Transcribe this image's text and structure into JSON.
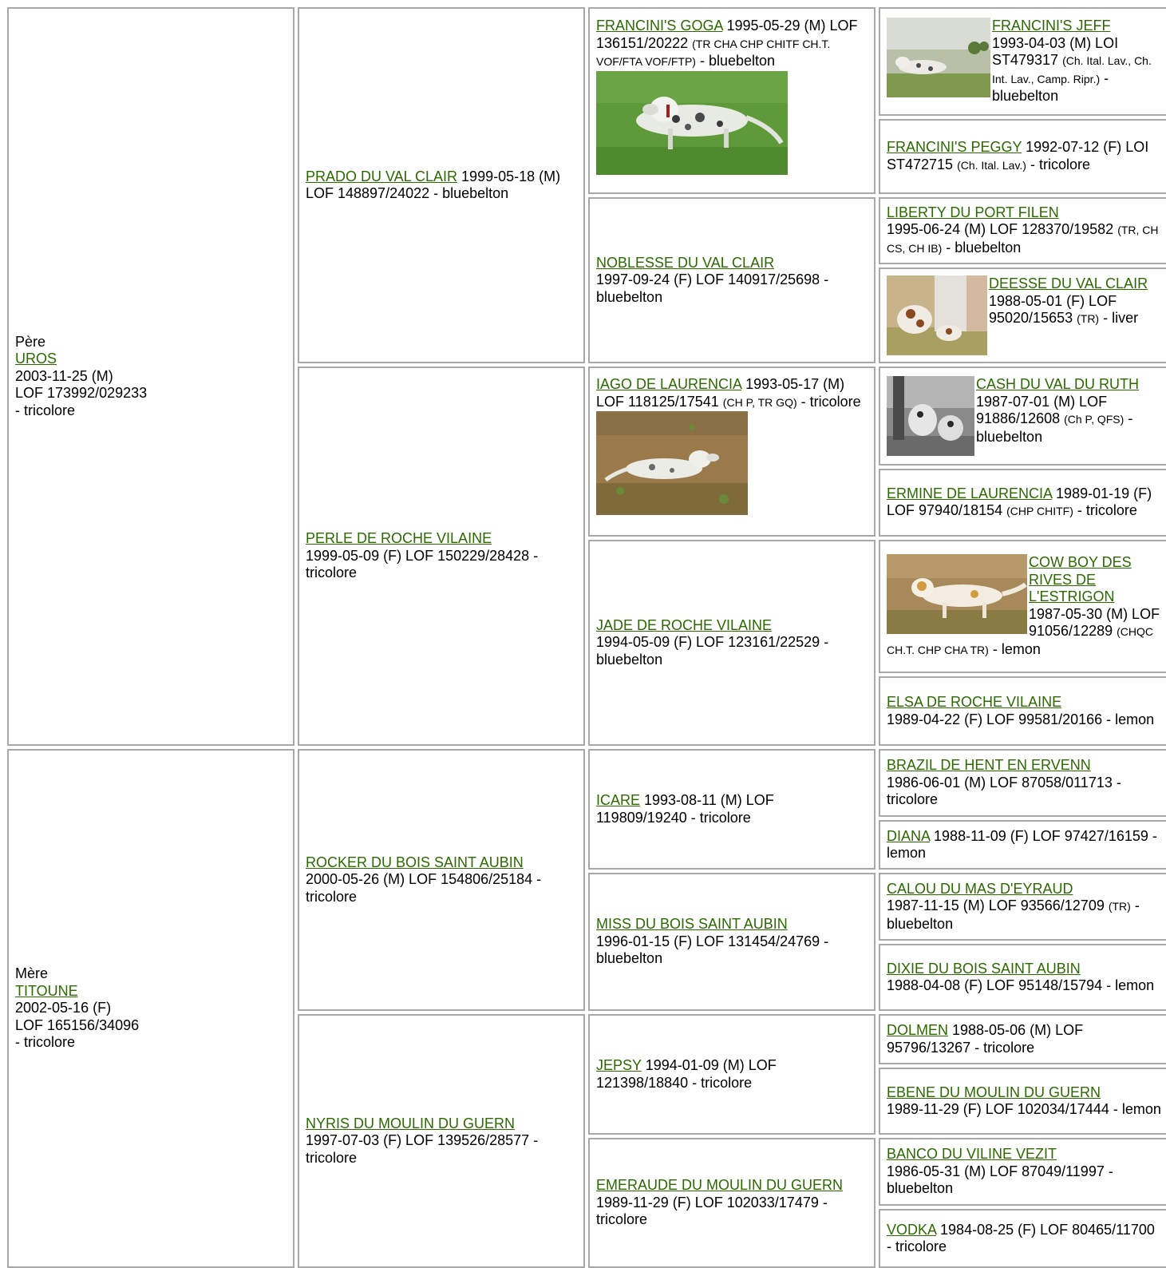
{
  "sire": {
    "role": "Père",
    "name": "UROS",
    "info": "2003-11-25 (M)",
    "reg": "LOF 173992/029233",
    "color": "- tricolore"
  },
  "dam": {
    "role": "Mère",
    "name": "TITOUNE",
    "info": "2002-05-16 (F)",
    "reg": "LOF 165156/34096",
    "color": "- tricolore"
  },
  "gen2": [
    {
      "name": "PRADO DU VAL CLAIR",
      "text": " 1999-05-18 (M) LOF 148897/24022 - bluebelton"
    },
    {
      "name": "PERLE DE ROCHE VILAINE",
      "text": "1999-05-09 (F) LOF 150229/28428 - tricolore"
    },
    {
      "name": "ROCKER DU BOIS SAINT AUBIN",
      "text": "2000-05-26 (M) LOF 154806/25184 - tricolore"
    },
    {
      "name": "NYRIS DU MOULIN DU GUERN",
      "text": "1997-07-03 (F) LOF 139526/28577 - tricolore"
    }
  ],
  "gen3": [
    {
      "name": "FRANCINI'S GOGA",
      "text1": " 1995-05-29 (M) LOF 136151/20222 ",
      "titles": "(TR CHA CHP CHITF CH.T. VOF/FTA VOF/FTP)",
      "text2": " - bluebelton",
      "photo": "setter-on-grass-photo"
    },
    {
      "name": "NOBLESSE DU VAL CLAIR",
      "text": "1997-09-24 (F) LOF 140917/25698 - bluebelton"
    },
    {
      "name": "IAGO DE LAURENCIA",
      "text1": " 1993-05-17 (M) LOF 118125/17541 ",
      "titles": "(CH P, TR GQ)",
      "text2": " - tricolore",
      "photo": "setter-pointing-field-photo"
    },
    {
      "name": "JADE DE ROCHE VILAINE",
      "text": "1994-05-09 (F) LOF 123161/22529 - bluebelton"
    },
    {
      "name": "ICARE",
      "text": " 1993-08-11 (M) LOF 119809/19240 - tricolore"
    },
    {
      "name": "MISS DU BOIS SAINT AUBIN",
      "text": "1996-01-15 (F) LOF 131454/24769 - bluebelton"
    },
    {
      "name": "JEPSY",
      "text": " 1994-01-09 (M) LOF 121398/18840 - tricolore"
    },
    {
      "name": "EMERAUDE DU MOULIN DU GUERN",
      "text": " 1989-11-29 (F) LOF 102033/17479 - tricolore"
    }
  ],
  "gen4": [
    {
      "name": "FRANCINI'S JEFF",
      "text1": "1993-04-03 (M) LOI ST479317 ",
      "titles": "(Ch. Ital. Lav., Ch. Int. Lav., Camp. Ripr.)",
      "text2": " - bluebelton"
    },
    {
      "name": "FRANCINI'S PEGGY",
      "text1": " 1992-07-12 (F) LOI ST472715 ",
      "titles": "(Ch. Ital. Lav.)",
      "text2": " - tricolore"
    },
    {
      "name": "LIBERTY DU PORT FILEN",
      "text1": "1995-06-24 (M) LOF 128370/19582 ",
      "titles": "(TR, CH CS, CH IB)",
      "text2": " - bluebelton"
    },
    {
      "name": "DEESSE DU VAL CLAIR",
      "text1": " 1988-05-01 (F) LOF 95020/15653 ",
      "titles": "(TR)",
      "text2": " - liver"
    },
    {
      "name": "CASH DU VAL DU RUTH",
      "text1": "1987-07-01 (M) LOF 91886/12608 ",
      "titles": "(Ch P, QFS)",
      "text2": " - bluebelton"
    },
    {
      "name": "ERMINE DE LAURENCIA",
      "text1": " 1989-01-19 (F) LOF 97940/18154 ",
      "titles": "(CHP CHITF)",
      "text2": " - tricolore"
    },
    {
      "name": "COW BOY DES RIVES DE L'ESTRIGON",
      "text1": "1987-05-30 (M) LOF 91056/12289 ",
      "titles": "(CHQC CH.T. CHP CHA TR)",
      "text2": " - lemon"
    },
    {
      "name": "ELSA DE ROCHE VILAINE",
      "text": "1989-04-22 (F) LOF 99581/20166 - lemon"
    },
    {
      "name": "BRAZIL DE HENT EN ERVENN",
      "text": "1986-06-01 (M) LOF 87058/011713 - tricolore"
    },
    {
      "name": "DIANA",
      "text": " 1988-11-09 (F) LOF 97427/16159 - lemon"
    },
    {
      "name": "CALOU DU MAS D'EYRAUD",
      "text1": "1987-11-15 (M) LOF 93566/12709 ",
      "titles": "(TR)",
      "text2": " - bluebelton"
    },
    {
      "name": "DIXIE DU BOIS SAINT AUBIN",
      "text": "1988-04-08 (F) LOF 95148/15794 - lemon"
    },
    {
      "name": "DOLMEN",
      "text": " 1988-05-06 (M) LOF 95796/13267 - tricolore"
    },
    {
      "name": "EBENE DU MOULIN DU GUERN",
      "text": "1989-11-29 (F) LOF 102034/17444 - lemon"
    },
    {
      "name": "BANCO DU VILINE VEZIT",
      "text": "1986-05-31 (M) LOF 87049/11997 - bluebelton"
    },
    {
      "name": "VODKA",
      "text": " 1984-08-25 (F) LOF 80465/11700 - tricolore"
    }
  ],
  "colors": {
    "link": "#2c6a00",
    "border": "#a8a8a8",
    "grass": "#5f9a3a",
    "field": "#9a7a4a"
  }
}
